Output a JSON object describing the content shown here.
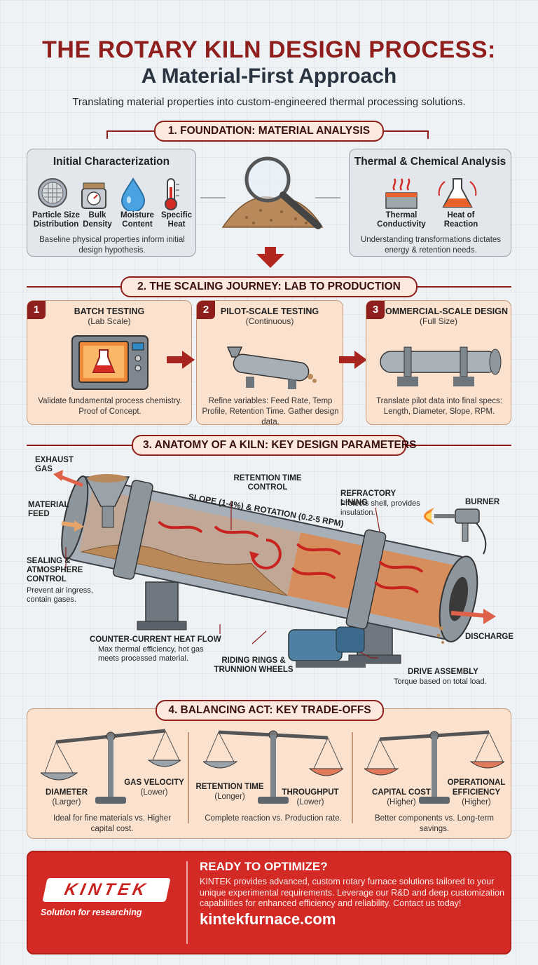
{
  "header": {
    "title_line1": "THE ROTARY KILN DESIGN PROCESS:",
    "title_line2": "A Material-First Approach",
    "subtitle": "Translating material properties into custom-engineered thermal processing solutions."
  },
  "section1": {
    "heading": "1. FOUNDATION: MATERIAL ANALYSIS",
    "left": {
      "title": "Initial Characterization",
      "items": [
        "Particle Size Distribution",
        "Bulk Density",
        "Moisture Content",
        "Specific Heat"
      ],
      "note": "Baseline physical properties inform initial design hypothesis."
    },
    "right": {
      "title": "Thermal & Chemical Analysis",
      "items": [
        "Thermal Conductivity",
        "Heat of Reaction"
      ],
      "note": "Understanding transformations dictates energy & retention needs."
    }
  },
  "section2": {
    "heading": "2. THE SCALING JOURNEY: LAB TO PRODUCTION",
    "steps": [
      {
        "num": "1",
        "title": "BATCH TESTING",
        "sub": "(Lab Scale)",
        "desc": "Validate fundamental process chemistry. Proof of Concept."
      },
      {
        "num": "2",
        "title": "PILOT-SCALE TESTING",
        "sub": "(Continuous)",
        "desc": "Refine variables: Feed Rate, Temp Profile, Retention Time. Gather design data."
      },
      {
        "num": "3",
        "title": "COMMERCIAL-SCALE DESIGN",
        "sub": "(Full Size)",
        "desc": "Translate pilot data into final specs: Length, Diameter, Slope, RPM."
      }
    ]
  },
  "section3": {
    "heading": "3. ANATOMY OF A KILN: KEY DESIGN PARAMETERS",
    "labels": {
      "exhaust": "EXHAUST GAS",
      "feed": "MATERIAL FEED",
      "retention": "RETENTION TIME CONTROL",
      "slope": "SLOPE (1-4%) & ROTATION (0.2-5 RPM)",
      "refractory_title": "REFRACTORY LINING",
      "refractory_desc": "Protects shell, provides insulation.",
      "burner": "BURNER",
      "sealing_title": "SEALING & ATMOSPHERE CONTROL",
      "sealing_desc": "Prevent air ingress, contain gases.",
      "counter_title": "COUNTER-CURRENT HEAT FLOW",
      "counter_desc": "Max thermal efficiency, hot gas meets processed material.",
      "riding": "RIDING RINGS & TRUNNION WHEELS",
      "discharge": "DISCHARGE",
      "drive_title": "DRIVE ASSEMBLY",
      "drive_desc": "Torque based on total load."
    }
  },
  "section4": {
    "heading": "4. BALANCING ACT: KEY TRADE-OFFS",
    "tradeoffs": [
      {
        "left_label": "DIAMETER",
        "left_sub": "(Larger)",
        "right_label": "GAS VELOCITY",
        "right_sub": "(Lower)",
        "note": "Ideal for fine materials vs. Higher capital cost."
      },
      {
        "left_label": "RETENTION TIME",
        "left_sub": "(Longer)",
        "right_label": "THROUGHPUT",
        "right_sub": "(Lower)",
        "note": "Complete reaction vs. Production rate."
      },
      {
        "left_label": "CAPITAL COST",
        "left_sub": "(Higher)",
        "right_label": "OPERATIONAL EFFICIENCY",
        "right_sub": "(Higher)",
        "note": "Better components vs. Long-term savings."
      }
    ]
  },
  "cta": {
    "logo": "KINTEK",
    "tagline": "Solution for researching",
    "title": "READY TO OPTIMIZE?",
    "text": "KINTEK provides advanced, custom rotary furnace solutions tailored to your unique experimental requirements. Leverage our R&D and deep customization capabilities for enhanced efficiency and reliability. Contact us today!",
    "url": "kintekfurnace.com"
  },
  "colors": {
    "accent": "#8e1f1d",
    "cta_red": "#d42a26",
    "peach": "#fbe2cf",
    "panel_grey": "#e3e6ea"
  }
}
